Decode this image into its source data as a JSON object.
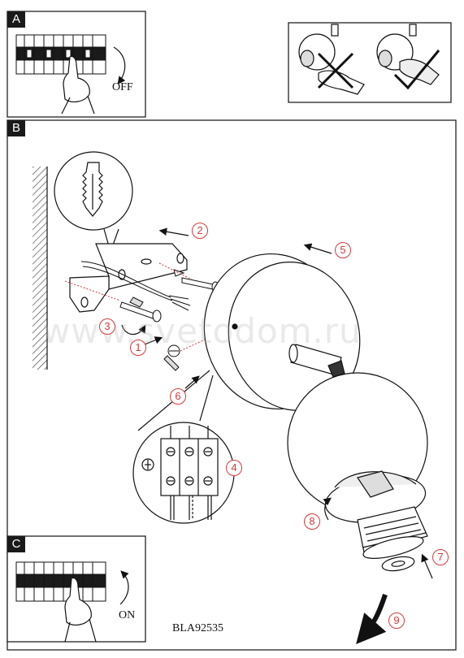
{
  "sections": {
    "a": {
      "label": "A",
      "action_text": "OFF"
    },
    "b": {
      "label": "B"
    },
    "c": {
      "label": "C",
      "action_text": "ON"
    }
  },
  "steps": [
    "1",
    "2",
    "3",
    "4",
    "5",
    "6",
    "7",
    "8",
    "9"
  ],
  "model_code": "BLA92535",
  "watermark": "www.svetodom.ru",
  "colors": {
    "step_marker": "#d23b3b",
    "line": "#111111",
    "fill": "#ffffff"
  }
}
